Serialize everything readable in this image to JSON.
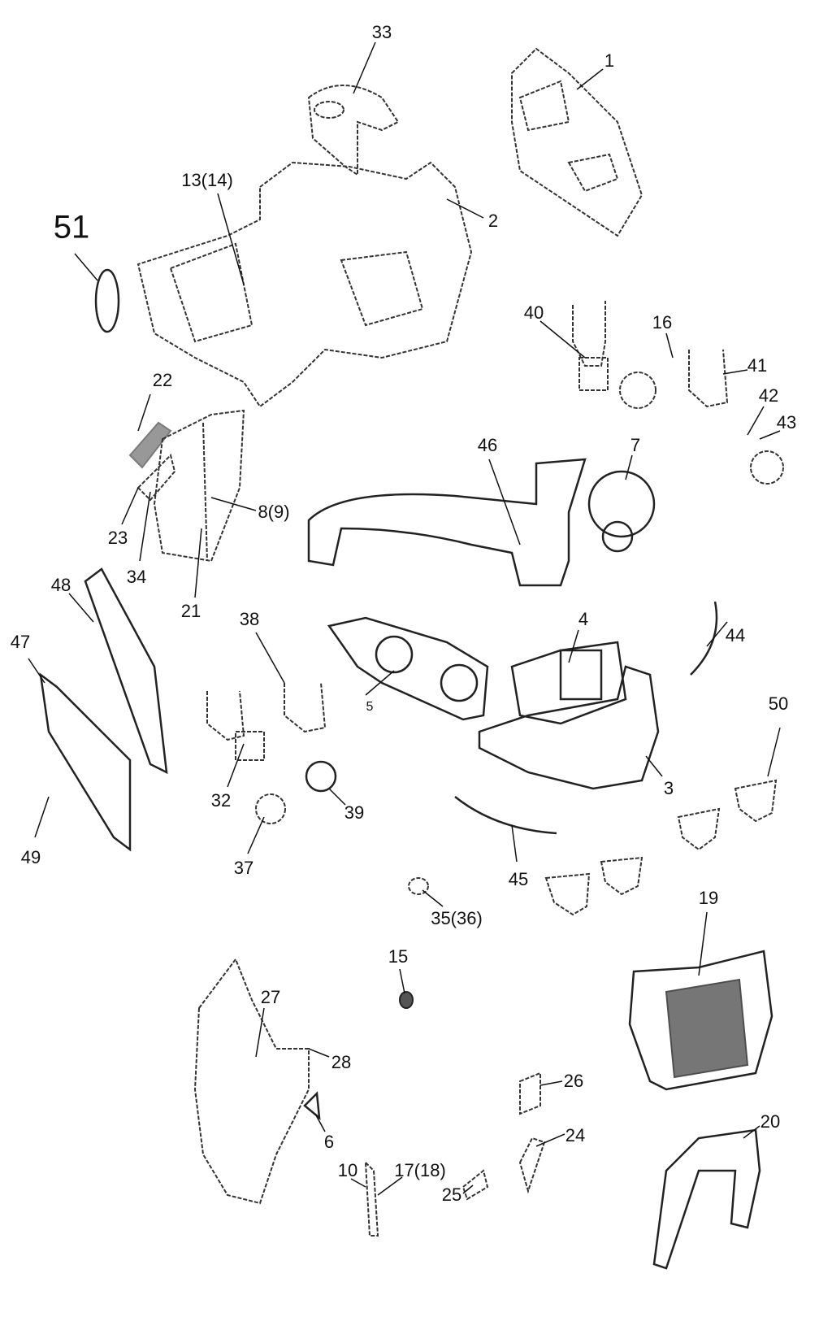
{
  "title": "Exploded parts diagram",
  "callouts": [
    "33",
    "1",
    "2",
    "13(14)",
    "51",
    "40",
    "16",
    "41",
    "42",
    "43",
    "22",
    "7",
    "46",
    "8(9)",
    "23",
    "34",
    "21",
    "48",
    "47",
    "38",
    "44",
    "4",
    "5",
    "50",
    "32",
    "39",
    "3",
    "37",
    "49",
    "45",
    "35(36)",
    "15",
    "19",
    "27",
    "28",
    "26",
    "6",
    "24",
    "20",
    "10",
    "17(18)",
    "25"
  ]
}
